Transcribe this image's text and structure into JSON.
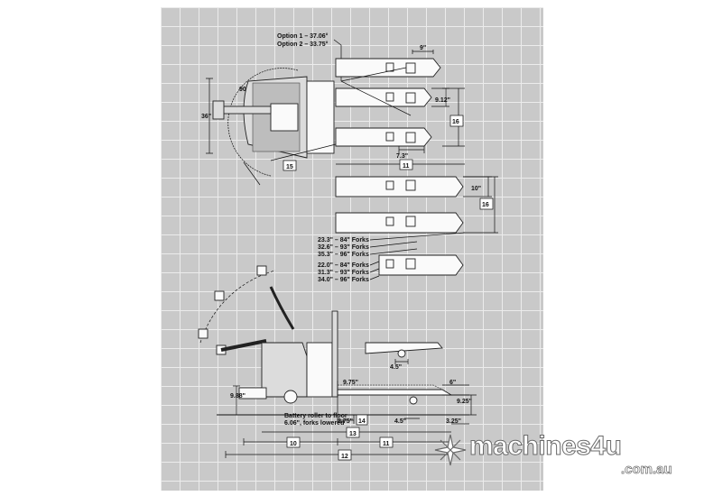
{
  "brand": {
    "name": "machines4u",
    "tld": ".com.au"
  },
  "top_view": {
    "angle_label_1": "Option 1 – 37.06°",
    "angle_label_2": "Option 2 – 33.75°",
    "turn_label": "90",
    "width_label": "36\"",
    "radius_label": "15",
    "fork_spread": "9\"",
    "fork_gap": "9.12\"",
    "fork_outer": "16",
    "fork_inner": "7.3\"",
    "fork_len_box": "11",
    "fork_width_2": "10\"",
    "fork_outer_2": "16"
  },
  "fork_lengths": {
    "group1": [
      "23.3\" – 84\" Forks",
      "32.6\" – 93\" Forks",
      "35.3\" – 96\" Forks"
    ],
    "group2": [
      "22.0\" – 84\" Forks",
      "31.3\" – 93\" Forks",
      "34.0\" – 96\" Forks"
    ]
  },
  "side_view": {
    "detail_gap": "4.5\"",
    "height_left": "9.88\"",
    "step": "9.75\"",
    "raise": "6\"",
    "raised_height": "9.25\"",
    "note_line1": "Battery roller to floor",
    "note_line2": "6.06\", forks lowered",
    "fork_drop": "3.75\"",
    "box_14": "14",
    "wheel_gap": "4.5\"",
    "tip": "3.25\"",
    "box_13": "13",
    "box_10": "10",
    "box_11": "11",
    "box_12": "12"
  }
}
